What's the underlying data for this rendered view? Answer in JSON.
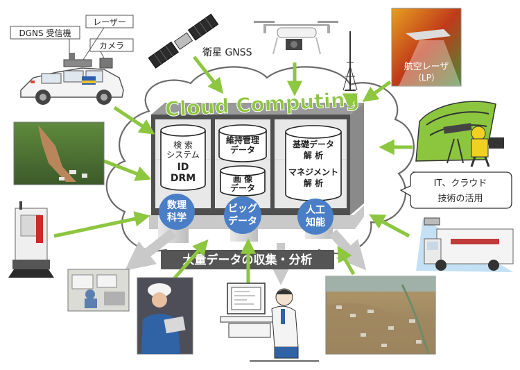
{
  "title": "Cloud Computing",
  "banner": "大量データの収集・分析",
  "callout": [
    "IT、クラウド",
    "技術の活用"
  ],
  "labels": {
    "dgns": "DGNS 受信機",
    "laser": "レーザー",
    "camera": "カメラ",
    "satellite": "衛星 GNSS",
    "aerial": [
      "航空レーザ",
      "（LP）"
    ]
  },
  "servers": {
    "search": [
      "検 索",
      "システム",
      "ID",
      "DRM"
    ],
    "maintenance": [
      "維持管理",
      "データ"
    ],
    "image": [
      "画 像",
      "データ"
    ],
    "analysis": [
      "基礎データ",
      "解 析",
      "マネジメント",
      "解 析"
    ]
  },
  "bubbles": {
    "math": [
      "数理",
      "科学"
    ],
    "bigdata": [
      "ビッグ",
      "データ"
    ],
    "ai": [
      "人工",
      "知能"
    ]
  },
  "colors": {
    "arrow": "#8dc63f",
    "title": "#8dc63f",
    "bubble": "#4a7ec6",
    "banner": "#555555",
    "panel": "#4f4f4f"
  }
}
